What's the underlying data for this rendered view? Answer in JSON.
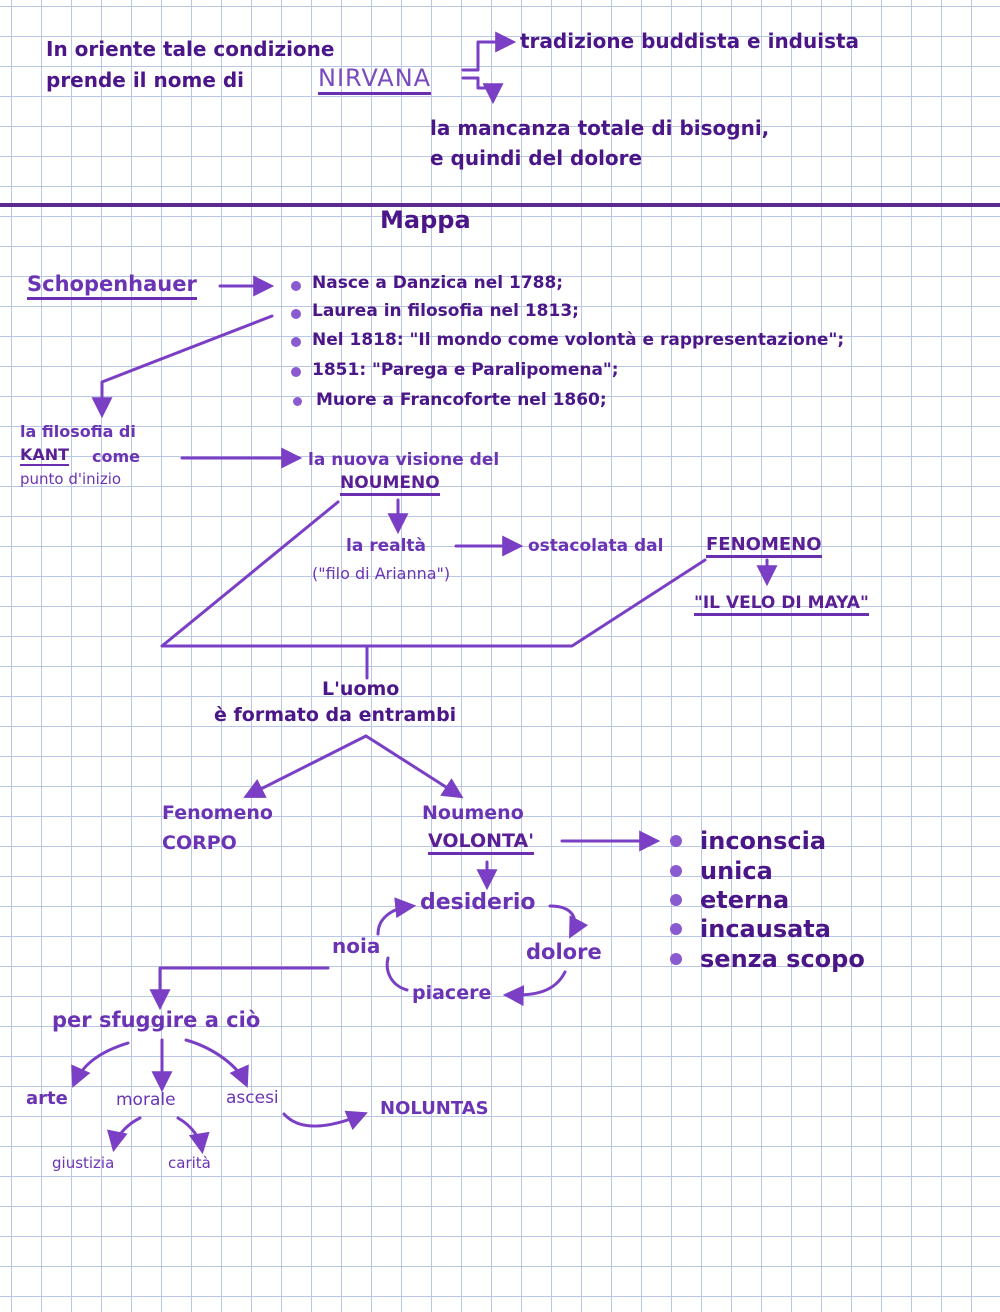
{
  "top": {
    "line1": "In oriente tale condizione",
    "line2": "prende il nome di",
    "nirvana": "NIRVANA",
    "branch_right": "tradizione buddista e induista",
    "branch_down1": "la mancanza totale di bisogni,",
    "branch_down2": "e quindi del dolore"
  },
  "title": "Mappa",
  "schopenhauer": {
    "name": "Schopenhauer",
    "bio": [
      "Nasce a Danzica nel 1788;",
      "Laurea in filosofia nel 1813;",
      "Nel 1818: \"Il mondo come volontà e rappresentazione\";",
      "1851: \"Parega e Paralipomena\";",
      "Muore a Francoforte nel 1860;"
    ]
  },
  "kant": {
    "line1": "la filosofia di",
    "kant": "KANT",
    "come": "come",
    "line3": "punto d'inizio"
  },
  "noumeno": {
    "line1": "la nuova visione del",
    "label": "NOUMENO",
    "realta": "la realtà",
    "filo": "(\"filo di Arianna\")",
    "ostacolata": "ostacolata dal",
    "fenomeno": "FENOMENO",
    "velo": "\"IL VELO DI MAYA\""
  },
  "uomo": {
    "line1": "L'uomo",
    "line2": "è formato da entrambi"
  },
  "fenomeno_corpo": {
    "line1": "Fenomeno",
    "line2": "CORPO"
  },
  "noumeno_volonta": {
    "line1": "Noumeno",
    "line2": "VOLONTA'"
  },
  "volonta_traits": [
    "inconscia",
    "unica",
    "eterna",
    "incausata",
    "senza scopo"
  ],
  "cycle": {
    "desiderio": "desiderio",
    "dolore": "dolore",
    "piacere": "piacere",
    "noia": "noia"
  },
  "escape": {
    "label": "per sfuggire a ciò",
    "arte": "arte",
    "morale": "morale",
    "ascesi": "ascesi",
    "giustizia": "giustizia",
    "carita": "carità",
    "noluntas": "NOLUNTAS"
  }
}
